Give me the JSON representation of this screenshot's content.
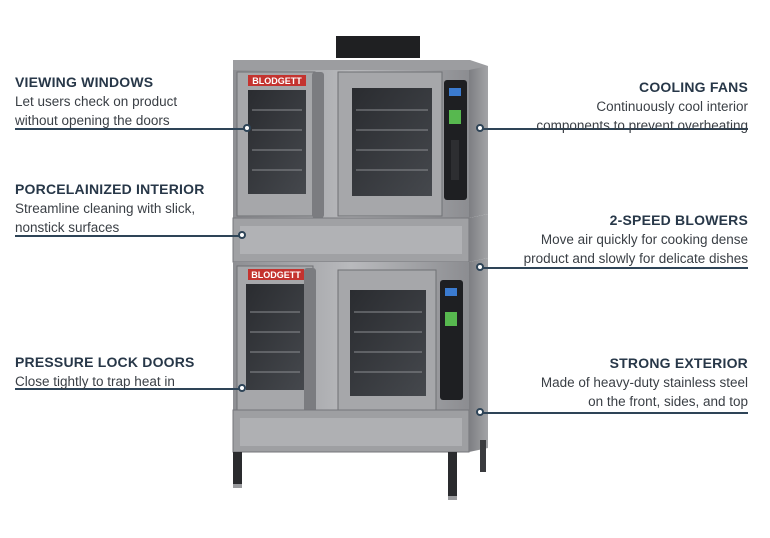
{
  "callouts": {
    "viewing_windows": {
      "title": "VIEWING WINDOWS",
      "line1": "Let users check on product",
      "line2": "without opening the doors"
    },
    "porcelainized_interior": {
      "title": "PORCELAINIZED INTERIOR",
      "line1": "Streamline cleaning with slick,",
      "line2": "nonstick surfaces"
    },
    "pressure_lock_doors": {
      "title": "PRESSURE LOCK DOORS",
      "line1": "Close tightly to trap heat in"
    },
    "cooling_fans": {
      "title": "COOLING FANS",
      "line1": "Continuously cool interior",
      "line2": "components to prevent overheating"
    },
    "two_speed_blowers": {
      "title": "2-SPEED BLOWERS",
      "line1": "Move air quickly for cooking dense",
      "line2": "product and slowly for delicate dishes"
    },
    "strong_exterior": {
      "title": "STRONG EXTERIOR",
      "line1": "Made of heavy-duty stainless steel",
      "line2": "on the front, sides, and top"
    }
  },
  "oven": {
    "brand_top": "BLODGETT",
    "brand_bottom": "BLODGETT"
  },
  "colors": {
    "accent_line": "#2e4457",
    "title_text": "#273748",
    "steel": "#a9aaad",
    "brand_red": "#c4332f"
  }
}
